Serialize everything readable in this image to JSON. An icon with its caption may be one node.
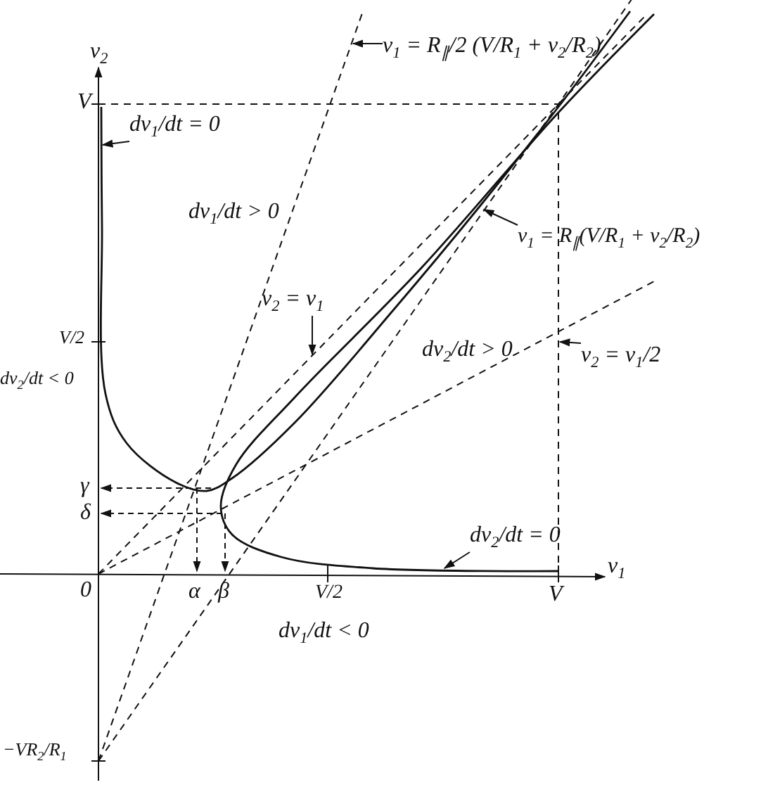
{
  "diagram": {
    "nodes": [
      {
        "text": [
          "v$_{1}$ = R$_{∥}$/2 (V/R$_{1}$ + v$_{2}$/R$_{2}$)"
        ]
      },
      {
        "text": [
          "dv$_{1}$/dt = 0"
        ]
      },
      {
        "text": [
          "v$_{1}$ = R$_{∥}$(V/R$_{1}$ + v$_{2}$/R$_{2}$)"
        ]
      },
      {
        "text": [
          "v$_{2}$ = v$_{1}$"
        ]
      },
      {
        "text": [
          "v$_{2}$ = v$_{1}$/2"
        ]
      },
      {
        "text": [
          "dv$_{2}$/dt = 0"
        ]
      }
    ],
    "edges": [
      {
        "from": 0,
        "to": null,
        "arrow": "to"
      },
      {
        "from": 1,
        "to": null,
        "arrow": "to"
      },
      {
        "from": 2,
        "to": null,
        "arrow": "to"
      },
      {
        "from": 3,
        "to": null,
        "arrow": "to"
      },
      {
        "from": 4,
        "to": null,
        "arrow": "to"
      },
      {
        "from": 5,
        "to": null,
        "arrow": "to"
      }
    ],
    "labels": [
      "v$_{2}$",
      "V",
      "dv$_{1}$/dt > 0",
      "V/2",
      "dv$_{2}$/dt < 0",
      "dv$_{2}$/dt > 0",
      "γ",
      "δ",
      "0",
      "α",
      "β",
      "V/2",
      "V",
      "v$_{1}$",
      "dv$_{1}$/dt < 0",
      "−VR$_{2}$/R$_{1}$"
    ]
  }
}
